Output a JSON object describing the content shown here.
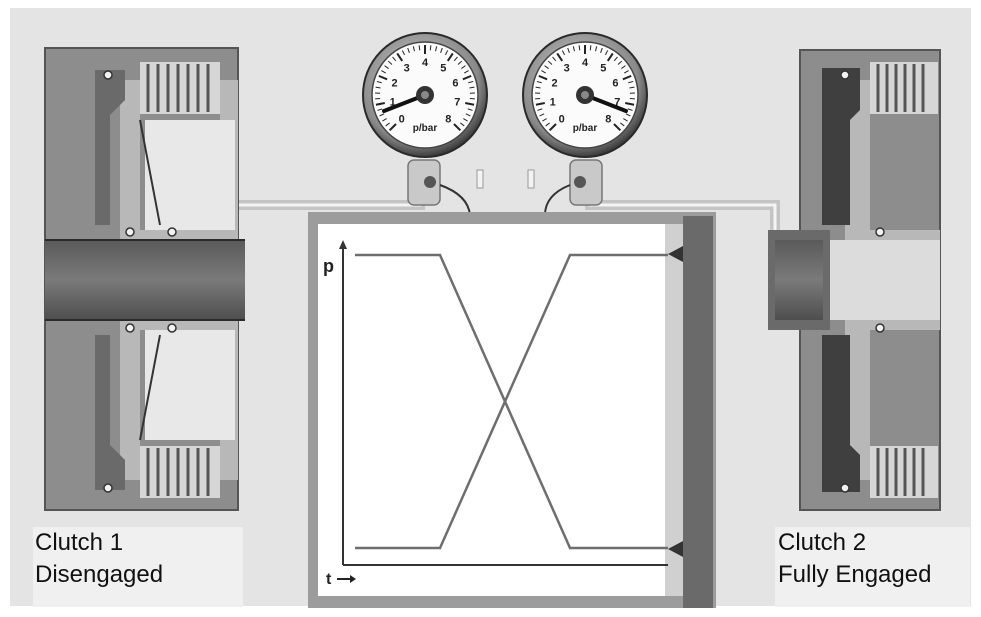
{
  "clutch_1": {
    "line1": "Clutch 1",
    "line2": "Disengaged"
  },
  "clutch_2": {
    "line1": "Clutch 2",
    "line2": "Fully Engaged"
  },
  "gauge_left": {
    "unit": "p/bar",
    "ticks": [
      "0",
      "1",
      "2",
      "3",
      "4",
      "5",
      "6",
      "7",
      "8"
    ],
    "reading_bar": 0.7
  },
  "gauge_right": {
    "unit": "p/bar",
    "ticks": [
      "0",
      "1",
      "2",
      "3",
      "4",
      "5",
      "6",
      "7",
      "8"
    ],
    "reading_bar": 7.3
  },
  "graph": {
    "y_label": "p",
    "x_label": "t"
  },
  "colors": {
    "background": "#e4e4e4",
    "housing": "#8d8d8d",
    "housing_dark": "#555555",
    "panel_frame": "#9c9c9c",
    "plot_bg": "#ffffff",
    "pressure_curve": "#6e6e6e"
  }
}
